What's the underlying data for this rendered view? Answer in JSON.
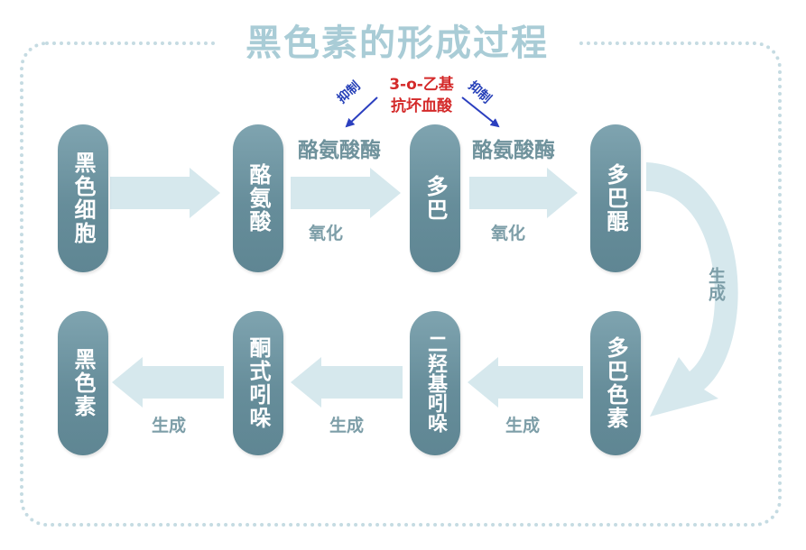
{
  "title": "黑色素的形成过程",
  "inhibitor": {
    "line1": "3-o-乙基",
    "line2": "抗坏血酸",
    "left_label": "抑制",
    "right_label": "抑制"
  },
  "top_row": {
    "nodes": [
      "黑色细胞",
      "酪氨酸",
      "多巴",
      "多巴醌"
    ],
    "enzyme_1": "酪氨酸酶",
    "enzyme_2": "酪氨酸酶",
    "action_1": "氧化",
    "action_2": "氧化"
  },
  "right_curve_label": "生成",
  "bottom_row": {
    "nodes": [
      "黑色素",
      "酮式吲哚",
      "二羟基吲哚",
      "多巴色素"
    ],
    "action_1": "生成",
    "action_2": "生成",
    "action_3": "生成"
  },
  "colors": {
    "pill": "#6b919e",
    "arrow": "#d6e8ed",
    "title": "#a9ccd6",
    "inhibitor_text": "#d42a2a",
    "inhibition_arrow": "#2b3fbf"
  }
}
